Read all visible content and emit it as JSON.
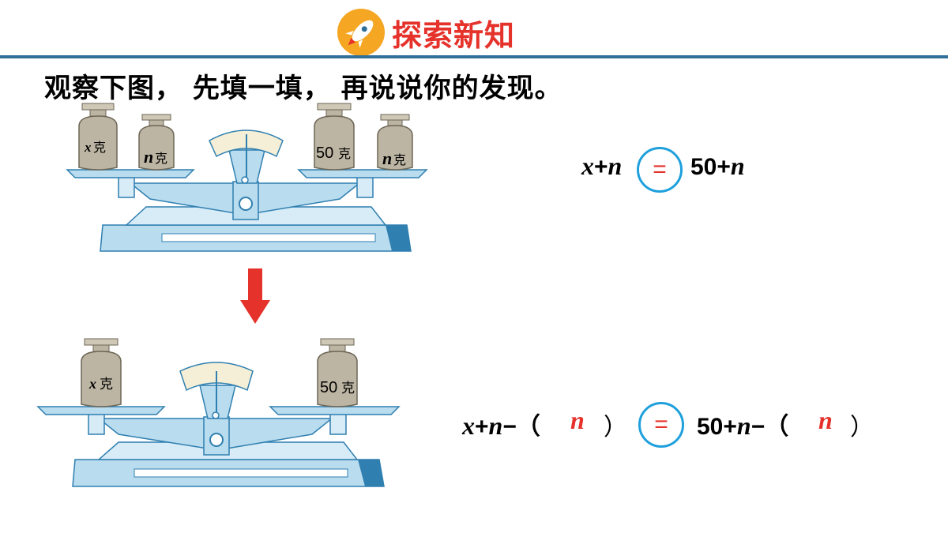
{
  "header": {
    "title": "探索新知",
    "icon": "rocket-icon",
    "accent_color": "#e5322b",
    "line_color": "#2f6f99"
  },
  "instruction": "观察下图， 先填一填， 再说说你的发现。",
  "scale_top": {
    "left_pan": [
      {
        "label_var": "x",
        "label_unit": "克"
      },
      {
        "label_var": "n",
        "label_unit": "克"
      }
    ],
    "right_pan": [
      {
        "label_num": "50",
        "label_unit": "克"
      },
      {
        "label_var": "n",
        "label_unit": "克"
      }
    ]
  },
  "scale_bottom": {
    "left_pan": [
      {
        "label_var": "x",
        "label_unit": "克"
      }
    ],
    "right_pan": [
      {
        "label_num": "50",
        "label_unit": "克"
      }
    ]
  },
  "arrow": {
    "icon": "down-arrow-icon",
    "color": "#e5322b"
  },
  "equation1": {
    "left_x": "x",
    "left_plus": "+",
    "left_n": "n",
    "relation": "=",
    "right_num": "50+",
    "right_n": "n"
  },
  "equation2": {
    "left_x": "x",
    "left_plus": "+",
    "left_n": "n",
    "left_minus": "−（",
    "left_answer": "n",
    "left_close": "）",
    "relation": "=",
    "right_num": "50+",
    "right_n": "n",
    "right_minus": "−（",
    "right_answer": "n",
    "right_close": "）"
  },
  "colors": {
    "scale_body": "#b9dcef",
    "scale_dark": "#2f7fb0",
    "weight": "#bdb5a3",
    "circle": "#1fa0dc",
    "answer": "#e5322b"
  }
}
